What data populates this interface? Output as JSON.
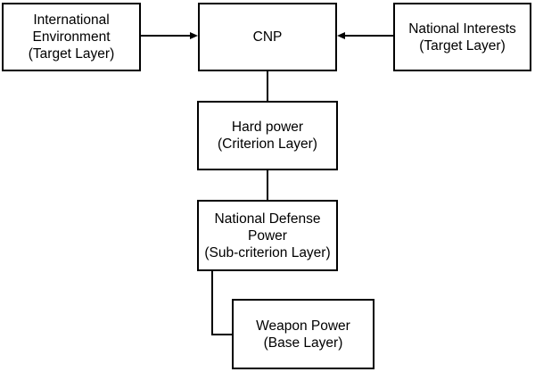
{
  "diagram": {
    "type": "hierarchy-flow-diagram",
    "colors": {
      "background": "#ffffff",
      "box_fill": "#ffffff",
      "box_border": "#000000",
      "text": "#000000",
      "line": "#000000"
    },
    "nodes": {
      "international_environment": {
        "label": "International\nEnvironment\n(Target Layer)"
      },
      "cnp": {
        "label": "CNP"
      },
      "national_interests": {
        "label": "National Interests\n(Target Layer)"
      },
      "hard_power": {
        "label": "Hard power\n(Criterion Layer)"
      },
      "national_defense_power": {
        "label": "National Defense\nPower\n(Sub-criterion Layer)"
      },
      "weapon_power": {
        "label": "Weapon Power\n(Base Layer)"
      }
    },
    "edges": [
      {
        "from": "international_environment",
        "to": "cnp",
        "style": "arrow",
        "direction": "right"
      },
      {
        "from": "national_interests",
        "to": "cnp",
        "style": "arrow",
        "direction": "left"
      },
      {
        "from": "cnp",
        "to": "hard_power",
        "style": "line"
      },
      {
        "from": "hard_power",
        "to": "national_defense_power",
        "style": "line"
      },
      {
        "from": "national_defense_power",
        "to": "weapon_power",
        "style": "elbow-line"
      }
    ]
  }
}
